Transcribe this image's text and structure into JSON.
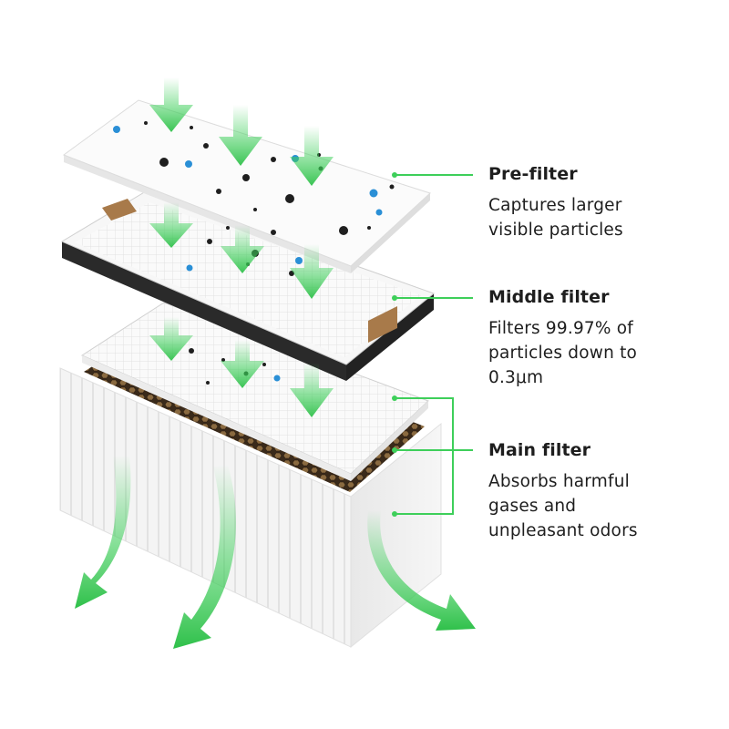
{
  "accent_color": "#3ecf5a",
  "layers": [
    {
      "title": "Pre-filter",
      "description": "Captures larger\nvisible particles"
    },
    {
      "title": "Middle filter",
      "description": "Filters 99.97% of\nparticles down to\n0.3μm"
    },
    {
      "title": "Main filter",
      "description": "Absorbs harmful\ngases and\nunpleasant odors"
    }
  ]
}
